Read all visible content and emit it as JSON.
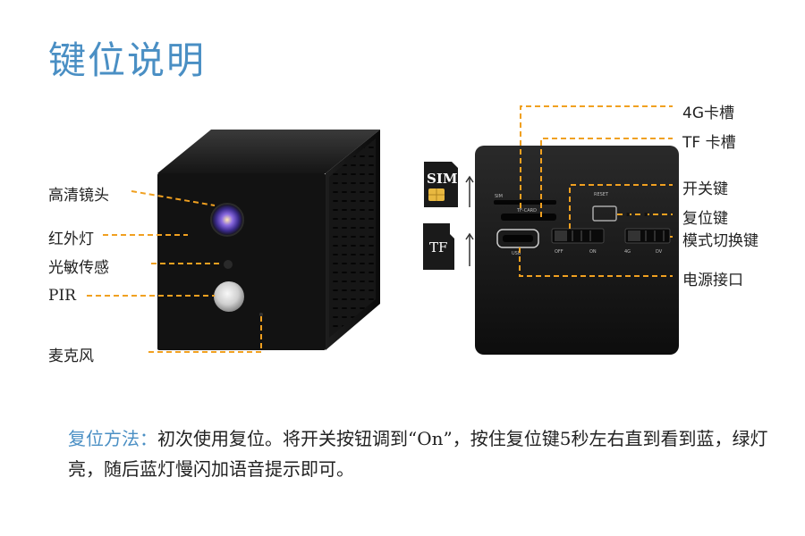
{
  "title": "键位说明",
  "left_labels": {
    "lens": "高清镜头",
    "ir_light": "红外灯",
    "light_sensor": "光敏传感",
    "pir": "PIR",
    "mic": "麦克风"
  },
  "right_labels": {
    "sim_slot": "4G卡槽",
    "tf_slot": "TF 卡槽",
    "power_switch": "开关键",
    "reset": "复位键",
    "mode_switch": "模式切换键",
    "power_port": "电源接口"
  },
  "panel_text": {
    "sim": "SIM",
    "tf_card": "TF-CARD",
    "reset": "RESET",
    "usb": "USB",
    "off": "OFF",
    "on": "ON",
    "fourg": "4G",
    "dv": "DV"
  },
  "card_icons": {
    "sim": "SIM",
    "tf": "TF"
  },
  "note": {
    "heading": "复位方法：",
    "body": "初次使用复位。将开关按钮调到“On”，按住复位键5秒左右直到看到蓝，绿灯亮，随后蓝灯慢闪加语音提示即可。"
  },
  "colors": {
    "title": "#4a8fc4",
    "leader": "#f0a020",
    "device": "#1a1a1a"
  }
}
